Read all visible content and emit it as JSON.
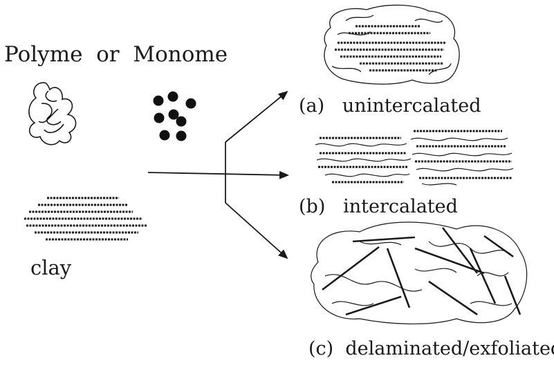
{
  "header": {
    "text": "Polyme  or  Monome"
  },
  "reactants": {
    "clay_label": "clay"
  },
  "outcomes": [
    {
      "label": "(a)   unintercalated"
    },
    {
      "label": "(b)   intercalated"
    },
    {
      "label": "(c)  delaminated/exfoliated"
    }
  ],
  "colors": {
    "ink": "#1a1a1a",
    "background": "#ffffff"
  }
}
